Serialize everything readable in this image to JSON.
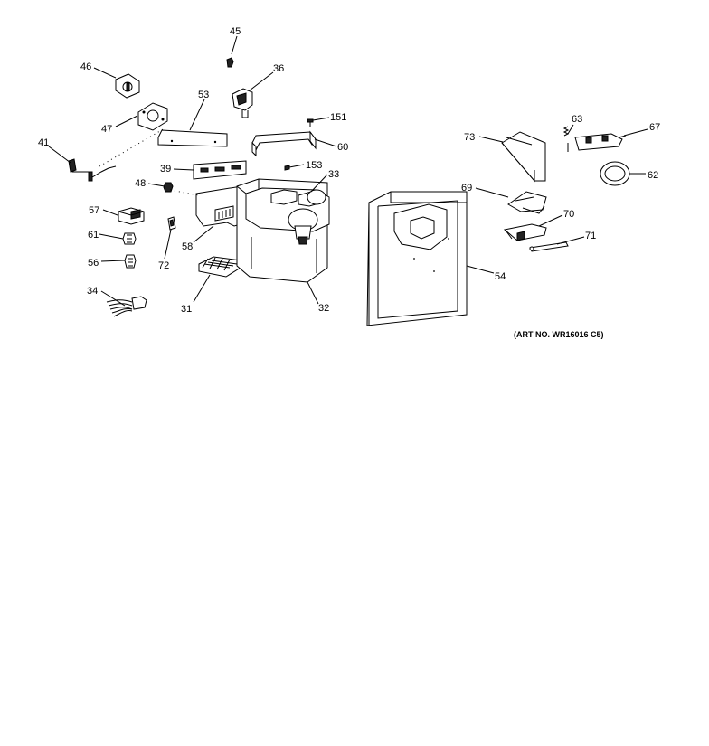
{
  "diagram": {
    "art_number": "(ART NO. WR16016 C5)",
    "callouts": [
      {
        "id": "c45",
        "number": "45"
      },
      {
        "id": "c46",
        "number": "46"
      },
      {
        "id": "c36",
        "number": "36"
      },
      {
        "id": "c53",
        "number": "53"
      },
      {
        "id": "c47",
        "number": "47"
      },
      {
        "id": "c151",
        "number": "151"
      },
      {
        "id": "c41",
        "number": "41"
      },
      {
        "id": "c60",
        "number": "60"
      },
      {
        "id": "c39",
        "number": "39"
      },
      {
        "id": "c153",
        "number": "153"
      },
      {
        "id": "c33",
        "number": "33"
      },
      {
        "id": "c48",
        "number": "48"
      },
      {
        "id": "c57",
        "number": "57"
      },
      {
        "id": "c61",
        "number": "61"
      },
      {
        "id": "c58",
        "number": "58"
      },
      {
        "id": "c72",
        "number": "72"
      },
      {
        "id": "c56",
        "number": "56"
      },
      {
        "id": "c34",
        "number": "34"
      },
      {
        "id": "c31",
        "number": "31"
      },
      {
        "id": "c32",
        "number": "32"
      },
      {
        "id": "c54",
        "number": "54"
      },
      {
        "id": "c73",
        "number": "73"
      },
      {
        "id": "c63",
        "number": "63"
      },
      {
        "id": "c67",
        "number": "67"
      },
      {
        "id": "c62",
        "number": "62"
      },
      {
        "id": "c69",
        "number": "69"
      },
      {
        "id": "c70",
        "number": "70"
      },
      {
        "id": "c71",
        "number": "71"
      }
    ]
  }
}
